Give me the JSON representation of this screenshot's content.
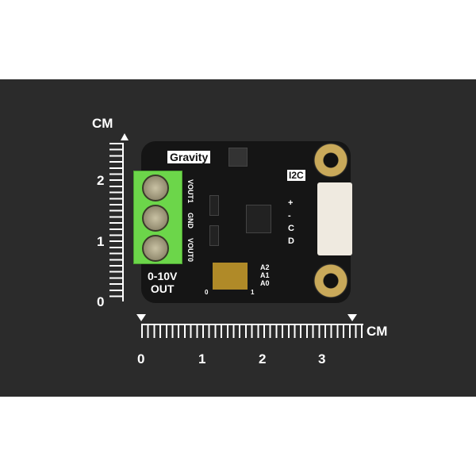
{
  "board": {
    "brand": "Gravity",
    "interface": "I2C",
    "pins": [
      "+",
      "-",
      "C",
      "D"
    ],
    "terminal_labels": [
      "VOUT1",
      "GND",
      "VOUT0"
    ],
    "output_label_1": "0-10V",
    "output_label_2": "OUT",
    "dip_labels": [
      "A2",
      "A1",
      "A0"
    ],
    "dip_scale": [
      "0",
      "1"
    ]
  },
  "ruler_vertical": {
    "unit": "CM",
    "ticks": [
      "2",
      "1",
      "0"
    ]
  },
  "ruler_horizontal": {
    "unit": "CM",
    "ticks": [
      "0",
      "1",
      "2",
      "3"
    ]
  }
}
